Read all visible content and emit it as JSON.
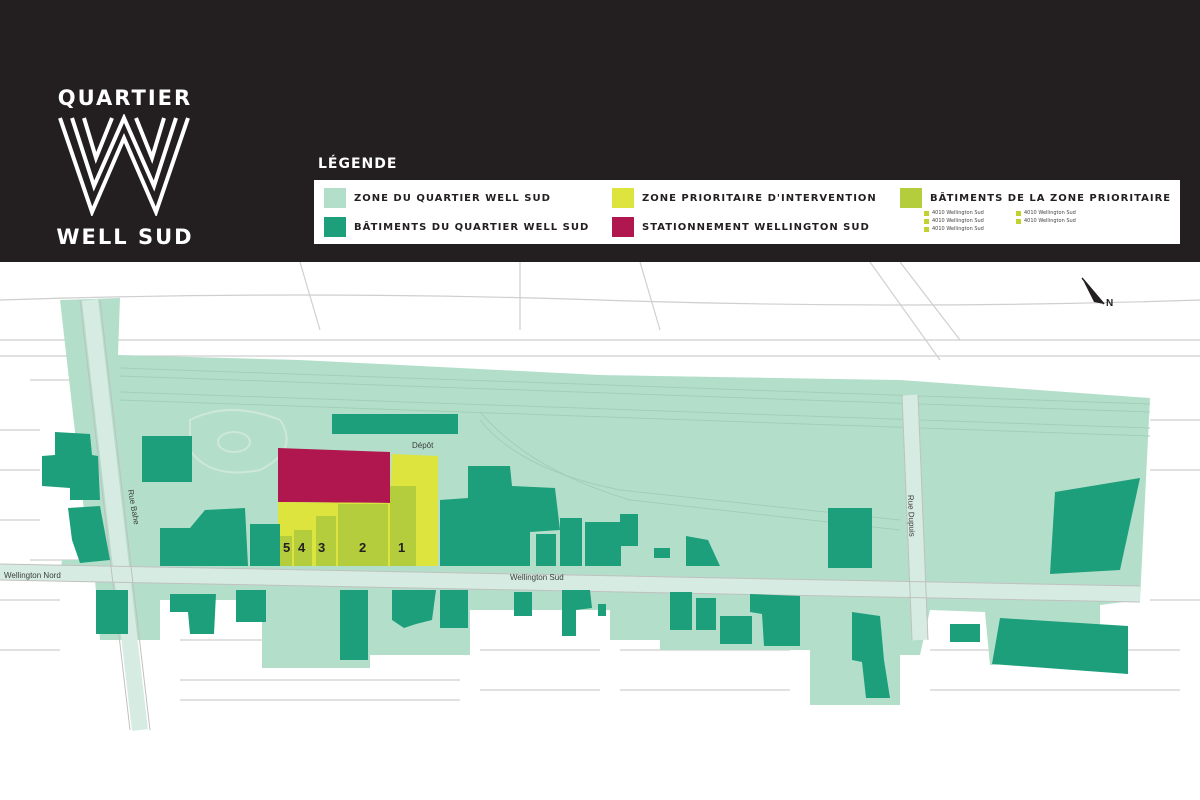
{
  "logo": {
    "top_text": "QUARTIER",
    "letter": "W",
    "bottom_text": "WELL SUD"
  },
  "legend": {
    "title": "LÉGENDE",
    "items": [
      {
        "label": "Zone du quartier Well Sud",
        "color": "#b3dfca"
      },
      {
        "label": "Bâtiments du quartier Well Sud",
        "color": "#1d9f7c"
      },
      {
        "label": "Zone prioritaire d'intervention",
        "color": "#dde43d"
      },
      {
        "label": "Stationnement Wellington Sud",
        "color": "#b0174f"
      },
      {
        "label": "Bâtiments de la zone prioritaire",
        "color": "#b4cd3c"
      }
    ],
    "sub_items": [
      "4010 Wellington Sud",
      "4010 Wellington Sud",
      "4010 Wellington Sud",
      "4010 Wellington Sud",
      "4010 Wellington Sud"
    ]
  },
  "map": {
    "north_label": "N",
    "street_main": "Wellington Sud",
    "street_west": "Wellington Nord",
    "street_vertical_1": "Rue Bahe",
    "street_vertical_2": "Rue Dupuis",
    "depot_label": "Dépôt",
    "lot_numbers": [
      "5",
      "4",
      "3",
      "2",
      "1"
    ],
    "colors": {
      "zone": "#b3dfca",
      "building": "#1d9f7c",
      "priority": "#dde43d",
      "priority_building": "#b4cd3c",
      "parking": "#b0174f",
      "street_line": "#c8c8c8"
    }
  }
}
